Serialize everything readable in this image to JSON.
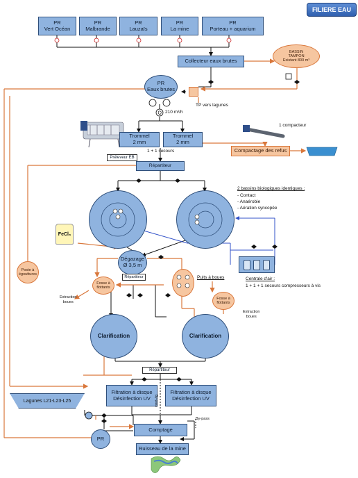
{
  "badge": "FILIERE EAU",
  "pr_stations": [
    {
      "line1": "PR",
      "line2": "Vert Océan"
    },
    {
      "line1": "PR",
      "line2": "Malbrande"
    },
    {
      "line1": "PR",
      "line2": "Lauzaïs"
    },
    {
      "line1": "PR",
      "line2": "La mine"
    },
    {
      "line1": "PR",
      "line2": "Porteau + aquarium"
    }
  ],
  "collecteur": "Collecteur eaux brutes",
  "bassin_tampon": {
    "line1": "BASSIN",
    "line2": "TAMPON",
    "line3": "Existant 800 m³"
  },
  "pr_eaux_brutes": {
    "line1": "PR",
    "line2": "Eaux brutes"
  },
  "tp_label": "TP  vers lagunes",
  "flow_label": "210 m³/h",
  "trommel": {
    "line1": "Trommel",
    "line2": "2 mm"
  },
  "trommel_secours": "1 + 1 secours",
  "compacteur_label": "1 compacteur",
  "compactage": "Compactage des refus",
  "preleveur": "Préleveur EB",
  "repartiteur": "Répartiteur",
  "bassins_title": "2 bassins biologiques identiques :",
  "bassins_items": [
    "- Contact",
    "- Anaérobie",
    "- Aération syncopée"
  ],
  "fecl3": "FeCl₃",
  "degazage": {
    "line1": "Dégazage",
    "line2": "Ø 3,5 m"
  },
  "repartiteur_small": "Répartiteur",
  "puits_boues": "Puits à boues",
  "centrale_air": {
    "line1": "Centrale d'air :",
    "line2": "1 + 1 + 1 secours compresseurs à vis"
  },
  "fosse": {
    "line1": "Fosse à",
    "line2": "flottants"
  },
  "extraction_boues": {
    "line1": "Extraction",
    "line2": "boues"
  },
  "poste_egouttures": {
    "line1": "Poste à",
    "line2": "égouttures"
  },
  "clarification": "Clarification",
  "filtration": {
    "line1": "Filtration à disque",
    "line2": "Désinfection UV"
  },
  "bypass": "By-pass",
  "lagunes": "Lagunes L21-L23-L25",
  "pr_bottom": "PR",
  "comptage": "Comptage",
  "ruisseau": "Ruisseau de la mine",
  "colors": {
    "blue_fill": "#8fb3df",
    "blue_stroke": "#2f4f7a",
    "orange_line": "#d9773b",
    "orange_fill": "#f6c6a0",
    "blue_line": "#3050c8"
  }
}
